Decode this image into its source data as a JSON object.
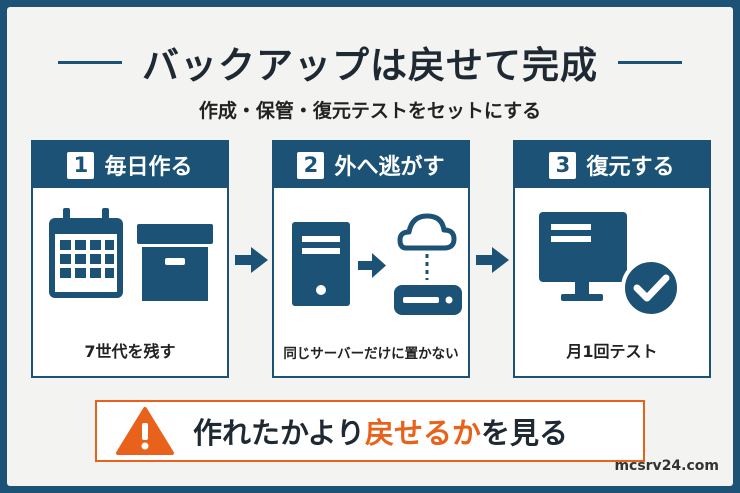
{
  "title": "バックアップは戻せて完成",
  "subtitle": "作成・保管・復元テストをセットにする",
  "steps": [
    {
      "number": "1",
      "label": "毎日作る",
      "caption": "7世代を残す"
    },
    {
      "number": "2",
      "label": "外へ逃がす",
      "caption": "同じサーバーだけに置かない"
    },
    {
      "number": "3",
      "label": "復元する",
      "caption": "月1回テスト"
    }
  ],
  "bottom": {
    "before": "作れたかより",
    "highlight": "戻せるか",
    "after": "を見る"
  },
  "site": "mcsrv24.com",
  "colors": {
    "navy": "#1c5276",
    "orange": "#e8621c",
    "background": "#f3f3f1"
  },
  "icons": [
    "calendar-icon",
    "archive-box-icon",
    "server-tower-icon",
    "cloud-icon",
    "storage-drive-icon",
    "monitor-icon",
    "check-circle-icon",
    "warning-icon",
    "arrow-right-icon"
  ]
}
